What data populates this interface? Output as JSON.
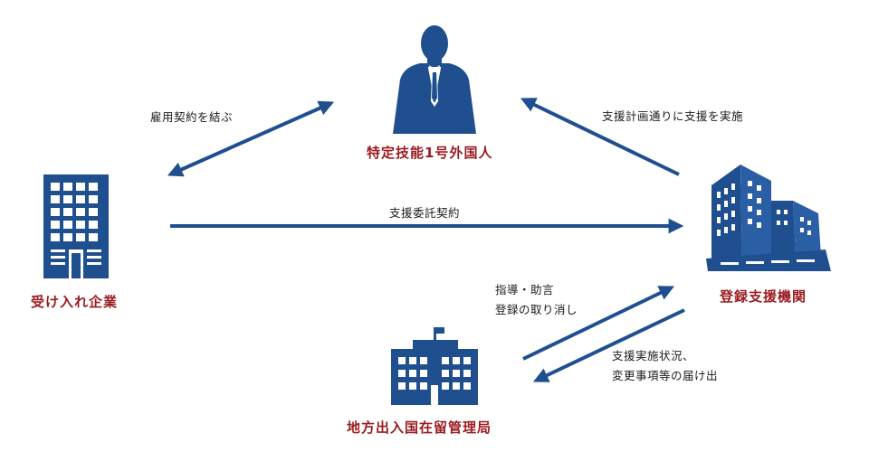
{
  "nodes": {
    "foreign_worker": "特定技能1号外国人",
    "employer": "受け入れ企業",
    "support_org": "登録支援機関",
    "immigration": "地方出入国在留管理局"
  },
  "relations": {
    "employment": "雇用契約を結ぶ",
    "support_plan": "支援計画通りに支援を実施",
    "support_contract": "支援委託契約",
    "guidance": [
      "指導・助言",
      "登録の取り消し"
    ],
    "report": [
      "支援実施状況、",
      "変更事項等の届け出"
    ]
  },
  "colors": {
    "icon": "#1f4f8f",
    "arrow": "#1f4f8f",
    "node_text": "#9b1b1f"
  }
}
